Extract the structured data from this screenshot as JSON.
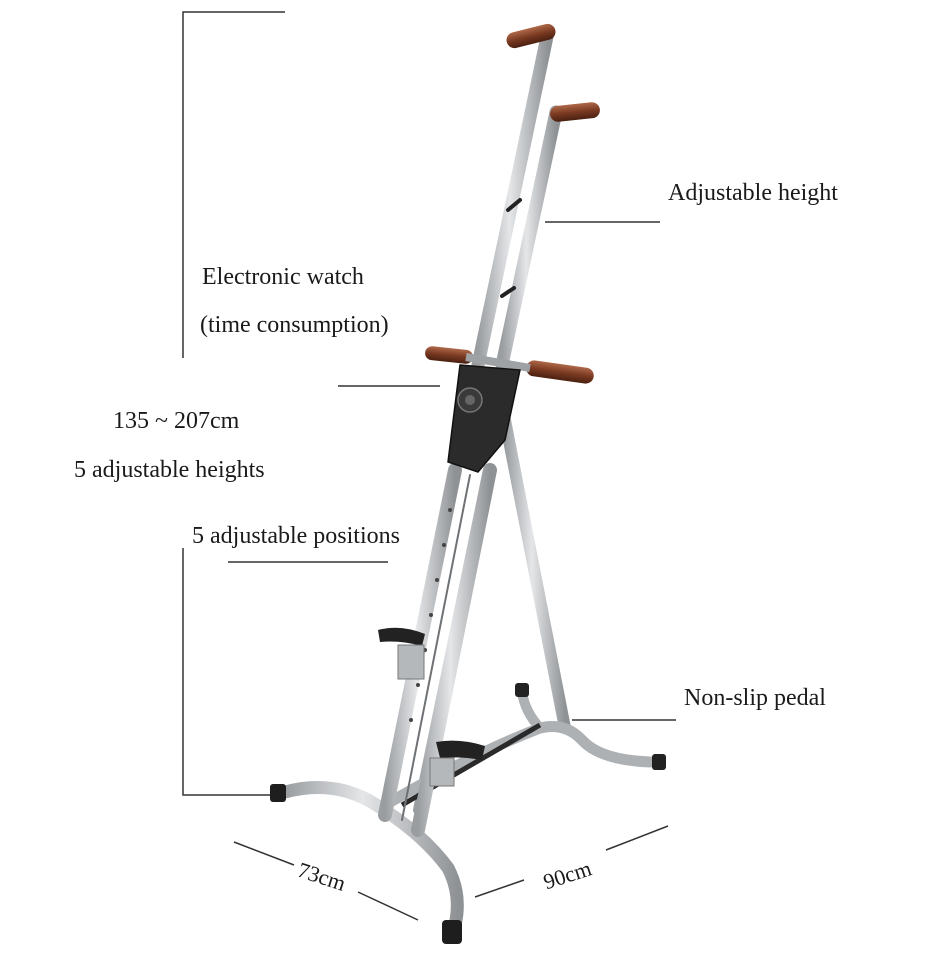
{
  "labels": {
    "adjustable_height": "Adjustable height",
    "electronic_watch": "Electronic watch",
    "time_consumption": "(time consumption)",
    "height_range": "135 ~ 207cm",
    "adjustable_heights": "5 adjustable heights",
    "adjustable_positions": "5 adjustable positions",
    "non_slip_pedal": "Non-slip pedal",
    "width_73": "73cm",
    "depth_90": "90cm"
  },
  "colors": {
    "frame": "#c9cbcd",
    "frame_shadow": "#8e9194",
    "grip": "#7a3a22",
    "console": "#2b2b2b",
    "pedal": "#222222",
    "line": "#333333"
  }
}
